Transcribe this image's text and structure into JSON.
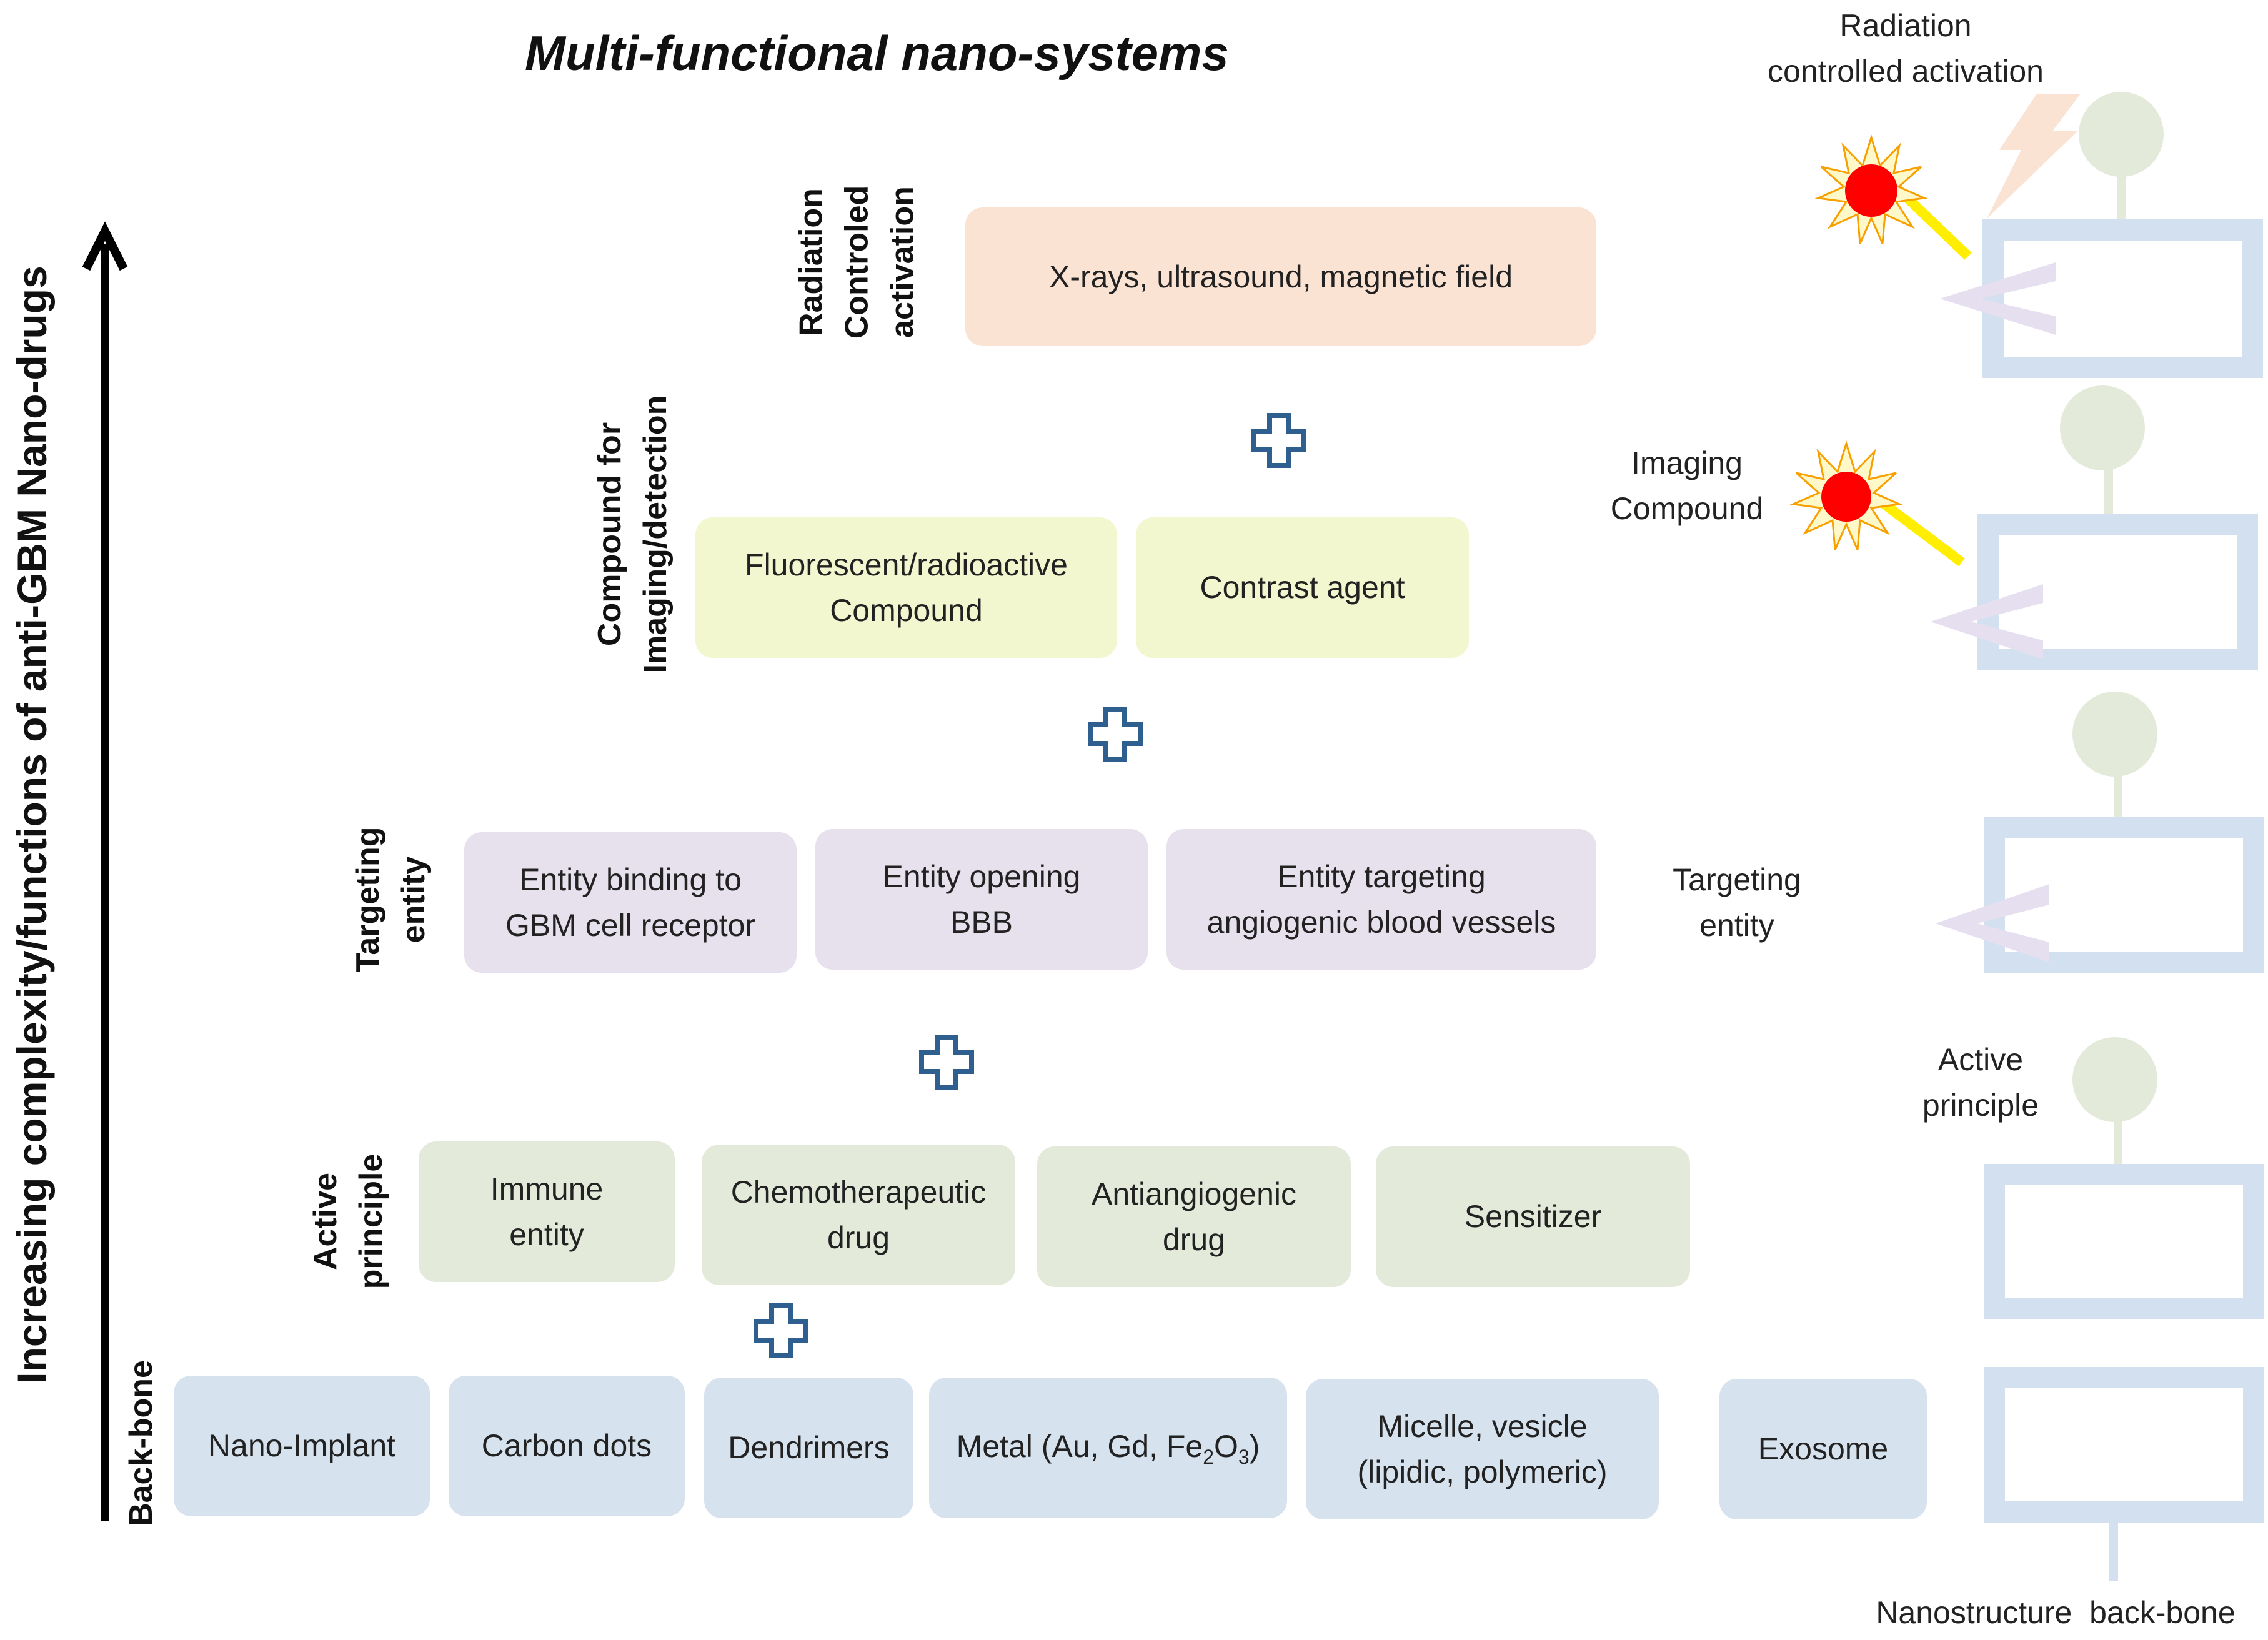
{
  "title": "Multi-functional nano-systems",
  "axis_label": "Increasing complexity/functions of anti-GBM Nano-drugs",
  "levels": {
    "backbone": {
      "label": "Back-bone",
      "items": [
        "Nano-Implant",
        "Carbon dots",
        "Dendrimers",
        "Metal (Au, Gd, Fe",
        "Micelle, vesicle\n(lipidic, polymeric)",
        "Exosome"
      ],
      "metal_fe_sub": "2",
      "metal_o": "O",
      "metal_o_sub": "3",
      "metal_close": ")"
    },
    "active": {
      "label": "Active\nprinciple",
      "items": [
        "Immune\nentity",
        "Chemotherapeutic\ndrug",
        "Antiangiogenic\ndrug",
        "Sensitizer"
      ]
    },
    "targeting": {
      "label": "Targeting\nentity",
      "items": [
        "Entity binding to\nGBM cell receptor",
        "Entity opening\nBBB",
        "Entity targeting\nangiogenic blood vessels"
      ]
    },
    "imaging": {
      "label": "Compound for\nImaging/detection",
      "items": [
        "Fluorescent/radioactive\nCompound",
        "Contrast agent"
      ]
    },
    "radiation": {
      "label": "Radiation\nControled\nactivation",
      "items": [
        "X-rays, ultrasound, magnetic field"
      ]
    }
  },
  "right_labels": {
    "radiation": "Radiation\ncontrolled activation",
    "imaging": "Imaging\nCompound",
    "targeting": "Targeting\nentity",
    "active": "Active\nprinciple",
    "backbone": "Nanostructure  back-bone"
  },
  "colors": {
    "backbone": "#d7e2ef",
    "active": "#e4ead9",
    "targeting": "#e6e1ec",
    "imaging": "#f3f7cf",
    "radiation": "#fbe3d4",
    "plus": "#2f5f8f",
    "frame": "#d3e0ef",
    "stalk": "#e4ead9",
    "arrow": "#e5dff0",
    "sun": "#ff0000",
    "bolt": "#fbe3d4"
  },
  "icons": [
    "plus-icon",
    "star-burst-icon",
    "lightning-icon",
    "arrow-up-icon"
  ]
}
